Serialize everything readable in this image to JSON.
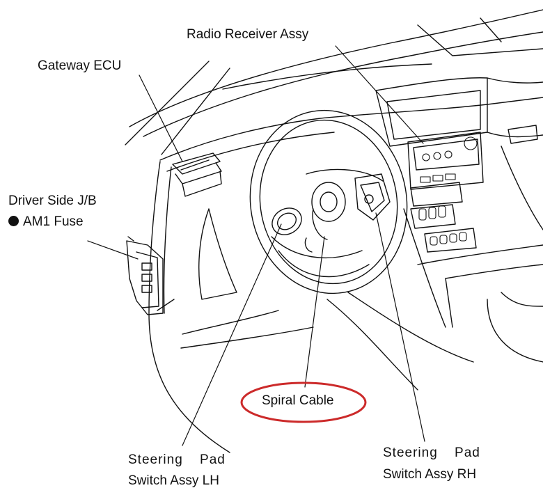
{
  "labels": {
    "radio_receiver": "Radio Receiver Assy",
    "gateway_ecu": "Gateway ECU",
    "driver_jb": "Driver Side J/B",
    "am1_fuse": "AM1 Fuse",
    "spiral_cable": "Spiral Cable",
    "pad_lh_line1": "Steering Pad",
    "pad_lh_line2": "Switch Assy LH",
    "pad_rh_line1": "Steering Pad",
    "pad_rh_line2": "Switch Assy RH"
  },
  "colors": {
    "ink": "#111111",
    "highlight": "#cc2a2a",
    "background": "#ffffff"
  }
}
